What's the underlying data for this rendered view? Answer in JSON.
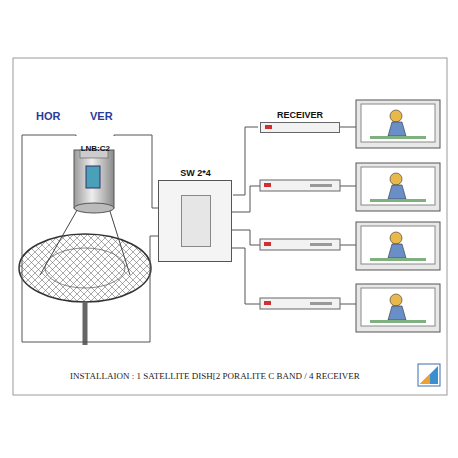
{
  "diagram": {
    "caption": "INSTALLAION : 1 SATELLITE DISH[2 PORALITE C BAND / 4 RECEIVER",
    "nodes": [
      {
        "text": [
          "LNB:C2"
        ]
      },
      {
        "text": [
          "SW 2*4"
        ]
      },
      {
        "text": [
          "RECEIVER"
        ]
      }
    ],
    "edges": [
      {
        "from": 0,
        "to": 1,
        "label": "HOR",
        "arrow": "none"
      },
      {
        "from": 0,
        "to": 1,
        "label": "VER",
        "arrow": "none"
      },
      {
        "from": 1,
        "to": 2,
        "arrow": "none"
      }
    ]
  }
}
